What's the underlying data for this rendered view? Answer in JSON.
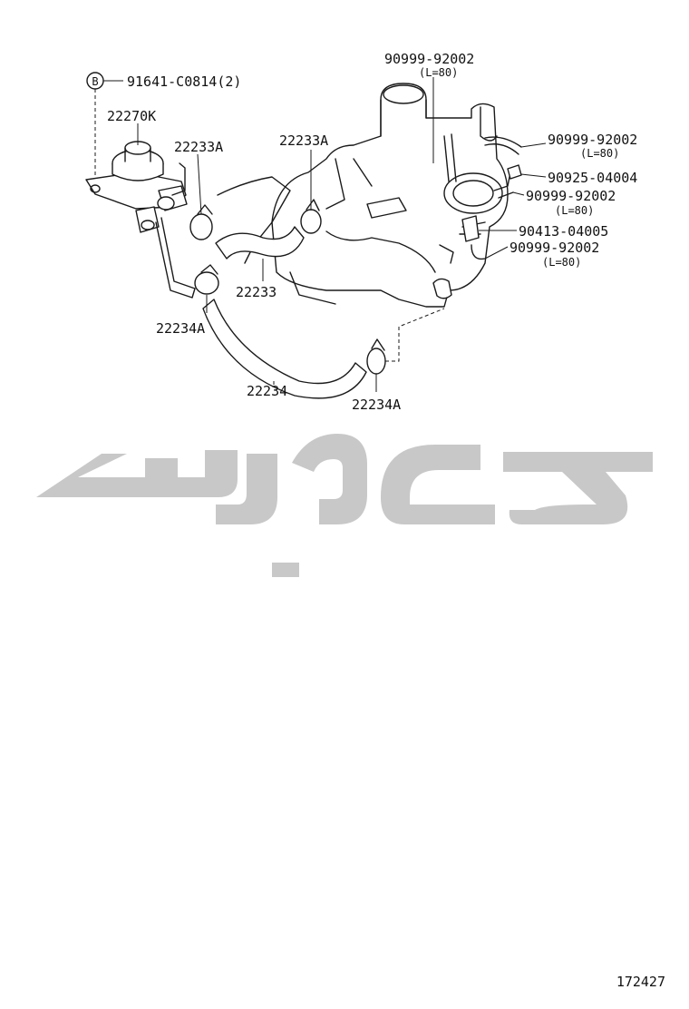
{
  "diagram": {
    "ref_marker": "B",
    "labels": {
      "bolt": "91641-C0814(2)",
      "valve": "22270K",
      "clamp_left": "22233A",
      "clamp_center": "22233A",
      "hose_upper": "22233",
      "clamp_lower_left": "22234A",
      "hose_lower": "22234",
      "clamp_lower_right": "22234A",
      "vac_hose_top": "90999-92002",
      "vac_hose_top_len": "(L=80)",
      "vac_hose_r1": "90999-92002",
      "vac_hose_r1_len": "(L=80)",
      "fitting_r1": "90925-04004",
      "vac_hose_r2": "90999-92002",
      "vac_hose_r2_len": "(L=80)",
      "fitting_r2": "90413-04005",
      "vac_hose_r3": "90999-92002",
      "vac_hose_r3_len": "(L=80)"
    },
    "illustration_number": "172427",
    "watermark_color": "#c8c8c8"
  }
}
